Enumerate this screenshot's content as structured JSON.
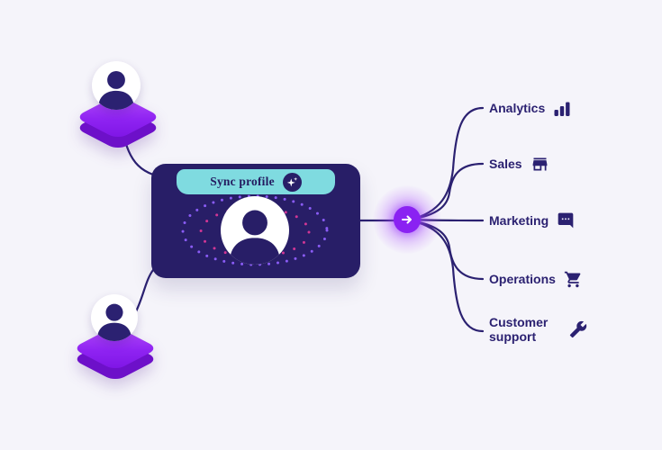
{
  "canvas": {
    "background_color": "#f5f4fa",
    "connector_color": "#2b2171"
  },
  "sync_card": {
    "tab_label": "Sync profile",
    "body_color": "#281e67",
    "tab_color": "#7fdbe0",
    "sparkle_icon": "sparkle-icon",
    "avatar_icon": "person-icon",
    "orbit_dot_colors": [
      "#8a5cf6",
      "#e3399a"
    ]
  },
  "sources": [
    {
      "name": "user-platform-top",
      "icon": "person-icon",
      "platform_color": "#8f23f2"
    },
    {
      "name": "user-platform-bottom",
      "icon": "person-icon",
      "platform_color": "#8f23f2"
    }
  ],
  "arrow_node": {
    "icon": "arrow-right-icon",
    "color": "#8a22f2"
  },
  "destinations": [
    {
      "label": "Analytics",
      "icon": "bar-chart-icon"
    },
    {
      "label": "Sales",
      "icon": "storefront-icon"
    },
    {
      "label": "Marketing",
      "icon": "chat-bubble-icon"
    },
    {
      "label": "Operations",
      "icon": "shopping-cart-icon"
    },
    {
      "label": "Customer support",
      "icon": "wrench-icon"
    }
  ]
}
